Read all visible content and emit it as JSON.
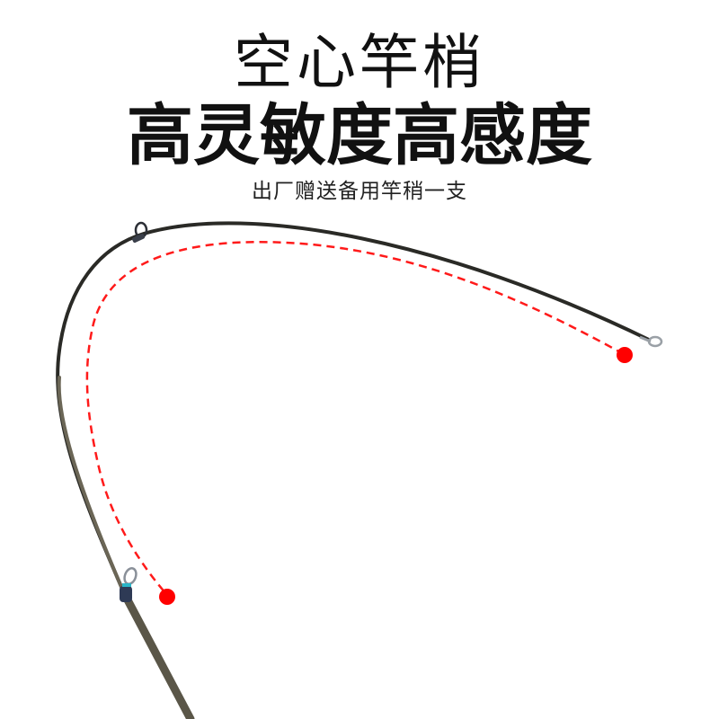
{
  "headline": {
    "line1": "空心竿梢",
    "line2": "高灵敏度高感度",
    "subtitle": "出厂赠送备用竿稍一支"
  },
  "illustration": {
    "subject": "bent-fishing-rod-tip",
    "rod_color": "#2a2a26",
    "rod_lower_color": "#5a5648",
    "guide_color": "#8a9099",
    "bend_path_color": "#ff1a1a",
    "marker_color": "#ff0000"
  }
}
